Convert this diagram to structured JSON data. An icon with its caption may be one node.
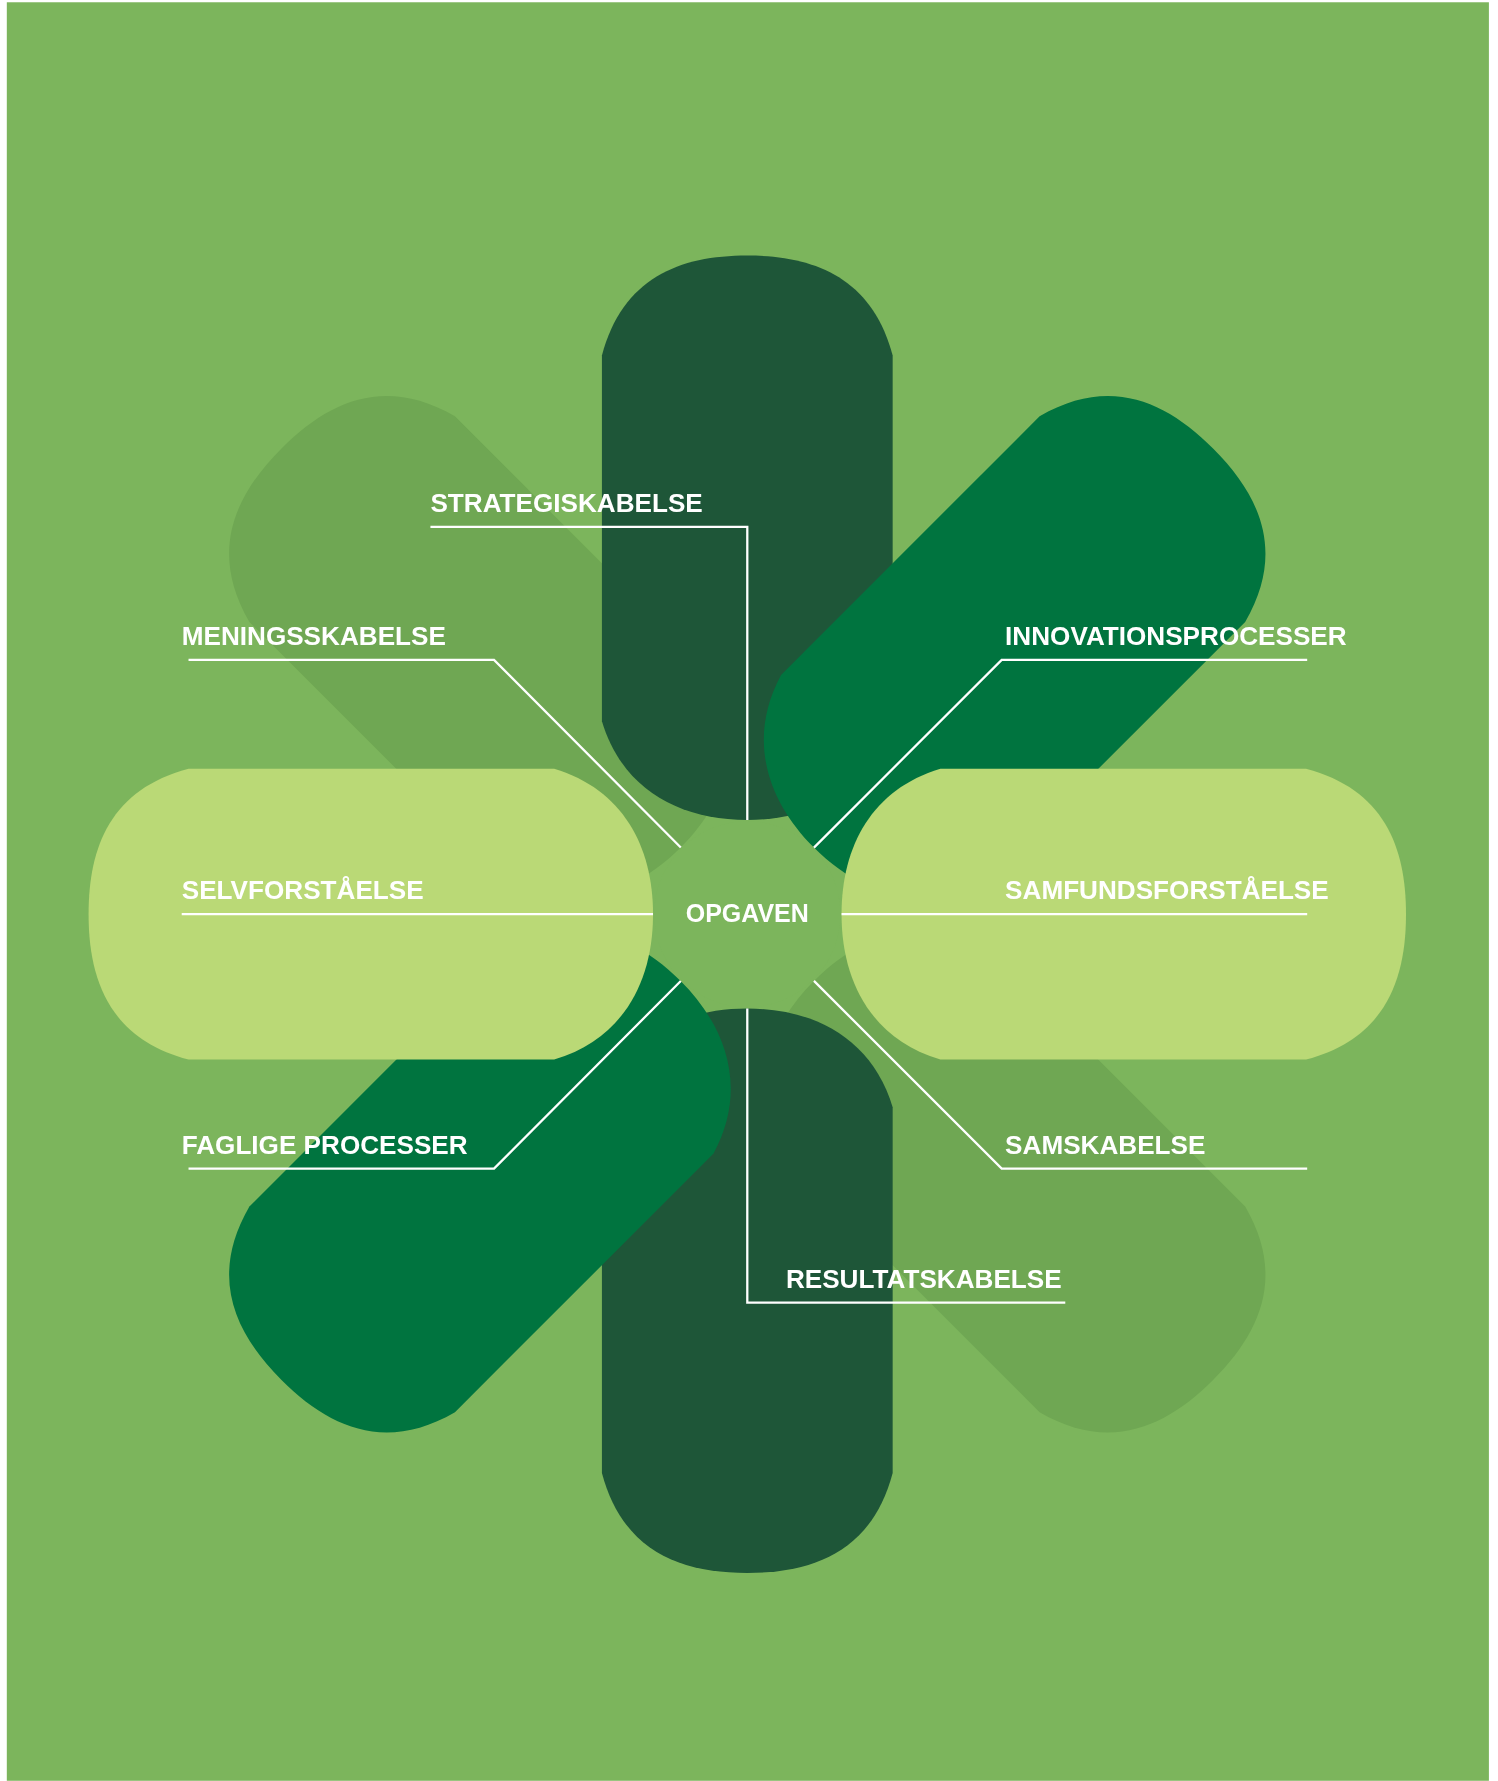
{
  "diagram": {
    "nodes": [
      {
        "text": [
          "STRATEGISKABELSE"
        ]
      },
      {
        "text": [
          "MENINGSSKABELSE"
        ]
      },
      {
        "text": [
          "INNOVATIONSPROCESSER"
        ]
      },
      {
        "text": [
          "SELVFORSTÅELSE"
        ]
      },
      {
        "text": [
          "OPGAVEN"
        ]
      },
      {
        "text": [
          "SAMFUNDSFORSTÅELSE"
        ]
      },
      {
        "text": [
          "FAGLIGE PROCESSER"
        ]
      },
      {
        "text": [
          "SAMSKABELSE"
        ]
      },
      {
        "text": [
          "RESULTATSKABELSE"
        ]
      }
    ],
    "edges": [
      {
        "from": 0,
        "to": 4,
        "arrow": "none"
      },
      {
        "from": 1,
        "to": 4,
        "arrow": "none"
      },
      {
        "from": 2,
        "to": 4,
        "arrow": "none"
      },
      {
        "from": 3,
        "to": 4,
        "arrow": "none"
      },
      {
        "from": 5,
        "to": 4,
        "arrow": "none"
      },
      {
        "from": 6,
        "to": 4,
        "arrow": "none"
      },
      {
        "from": 7,
        "to": 4,
        "arrow": "none"
      },
      {
        "from": 8,
        "to": 4,
        "arrow": "none"
      }
    ]
  }
}
